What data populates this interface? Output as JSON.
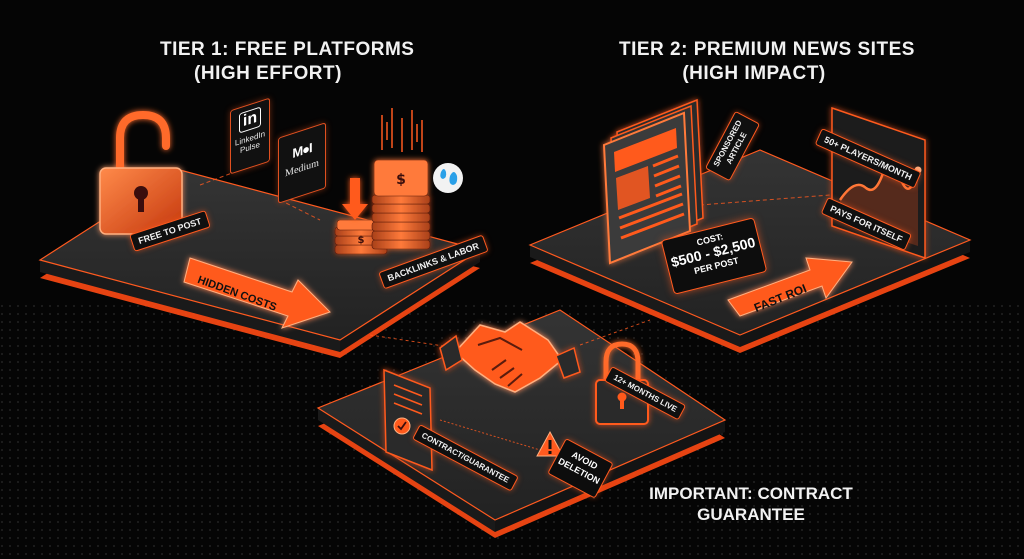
{
  "tier1": {
    "title_line1": "TIER 1: FREE PLATFORMS",
    "title_line2": "(HIGH EFFORT)",
    "free_tag": "FREE TO POST",
    "linkedin_glyph": "in",
    "linkedin_label_1": "LinkedIn",
    "linkedin_label_2": "Pulse",
    "medium_glyph": "M●I",
    "medium_label": "Medium",
    "hidden_costs": "HIDDEN COSTS",
    "backlinks_tag": "BACKLINKS & LABOR"
  },
  "tier2": {
    "title_line1": "TIER 2: PREMIUM NEWS SITES",
    "title_line2": "(HIGH IMPACT)",
    "sponsored_line1": "SPONSORED",
    "sponsored_line2": "ARTICLE",
    "players_tag": "50+ PLAYERS/MONTH",
    "pays_tag": "PAYS FOR ITSELF",
    "cost_label": "COST:",
    "cost_value": "$500 - $2,500",
    "cost_unit": "PER POST",
    "fast_roi": "FAST ROI"
  },
  "contract": {
    "contract_tag": "CONTRACT/GUARANTEE",
    "months_tag": "12+ MONTHS LIVE",
    "avoid_line1": "AVOID",
    "avoid_line2": "DELETION",
    "important_line1": "IMPORTANT: CONTRACT",
    "important_line2": "GUARANTEE"
  },
  "colors": {
    "accent": "#ff5a1f",
    "platform": "#2b2b2b",
    "background": "#050505"
  }
}
